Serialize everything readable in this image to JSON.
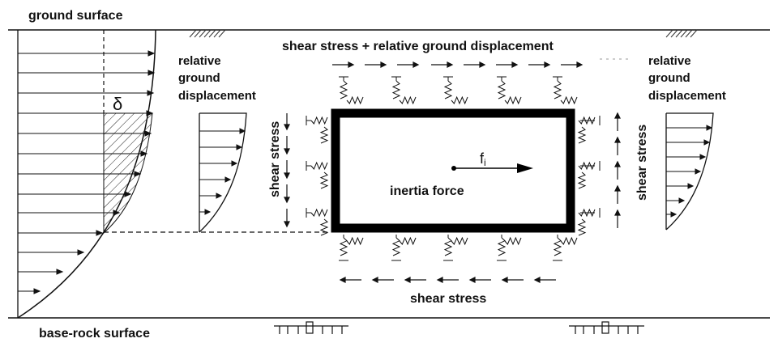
{
  "labels": {
    "ground_surface": "ground surface",
    "base_rock_surface": "base-rock surface",
    "top_label": "shear stress + relative ground displacement",
    "bottom_label": "shear stress",
    "left_shear": "shear stress",
    "right_shear": "shear stress",
    "delta": "δ",
    "inertia_force": "inertia force",
    "force_symbol": "f",
    "force_subscript": "i",
    "rel_left": [
      "relative",
      "ground",
      "displacement"
    ],
    "rel_right": [
      "relative",
      "ground",
      "displacement"
    ]
  },
  "colors": {
    "line": "#111111",
    "structure": "#000000",
    "background": "#ffffff"
  }
}
